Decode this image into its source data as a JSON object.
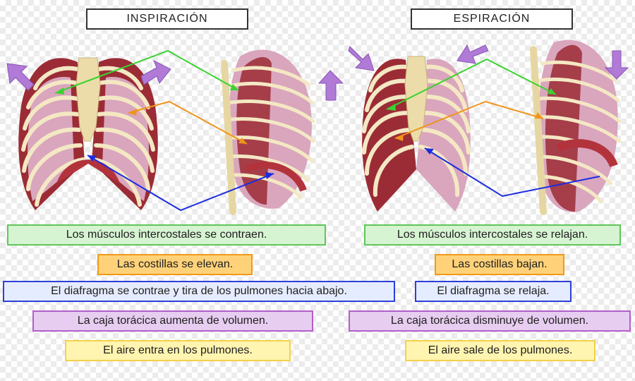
{
  "titles": {
    "left": "INSPIRACIÓN",
    "right": "ESPIRACIÓN"
  },
  "captions": {
    "left": [
      "Los músculos intercostales se contraen.",
      "Las costillas se elevan.",
      "El diafragma se contrae y tira de los pulmones hacia abajo.",
      "La caja torácica aumenta de volumen.",
      "El aire entra en los pulmones."
    ],
    "right": [
      "Los músculos intercostales se relajan.",
      "Las costillas bajan.",
      "El diafragma se relaja.",
      "La caja torácica disminuye de volumen.",
      "El aire sale de los pulmones."
    ]
  },
  "colors": {
    "muscles": "#5fc65a",
    "ribs": "#ef9a1a",
    "diaphragm": "#2c40d8",
    "volume": "#b15fc9",
    "air": "#f4d24a",
    "direction_arrow": "#b07ad6"
  },
  "icons": {
    "direction_arrow": "movement-arrow-icon"
  }
}
